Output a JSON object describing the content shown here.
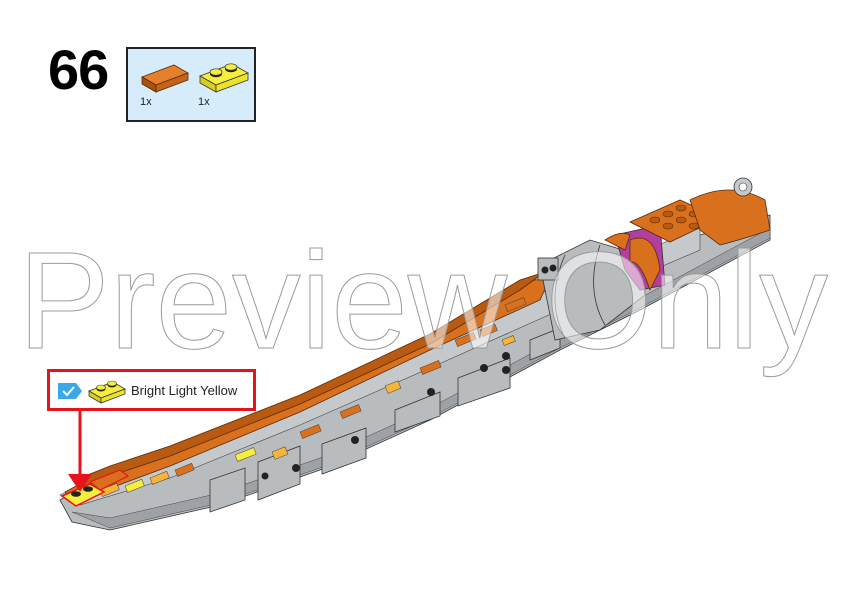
{
  "step": {
    "number": "66"
  },
  "parts_list": {
    "background": "#d6ecfa",
    "items": [
      {
        "name": "tile-1x2",
        "color_name": "Orange",
        "color": "#d9701e",
        "qty": "1x"
      },
      {
        "name": "plate-1x2",
        "color_name": "Bright Light Yellow",
        "color": "#f7ee3b",
        "qty": "1x"
      }
    ]
  },
  "callout": {
    "color_name": "Bright Light Yellow",
    "part_color": "#f7ee3b",
    "check_color": "#3aa7e6",
    "border_color": "#e8131a"
  },
  "watermark": {
    "text": "Preview Only"
  },
  "model": {
    "colors": {
      "dark_orange": "#b85a12",
      "orange": "#d9701e",
      "light_gray": "#b9bcbf",
      "medium_gray": "#9ea2a6",
      "yellow": "#f7ee3b",
      "light_orange": "#f5b43a",
      "magenta": "#b23e9e"
    }
  }
}
